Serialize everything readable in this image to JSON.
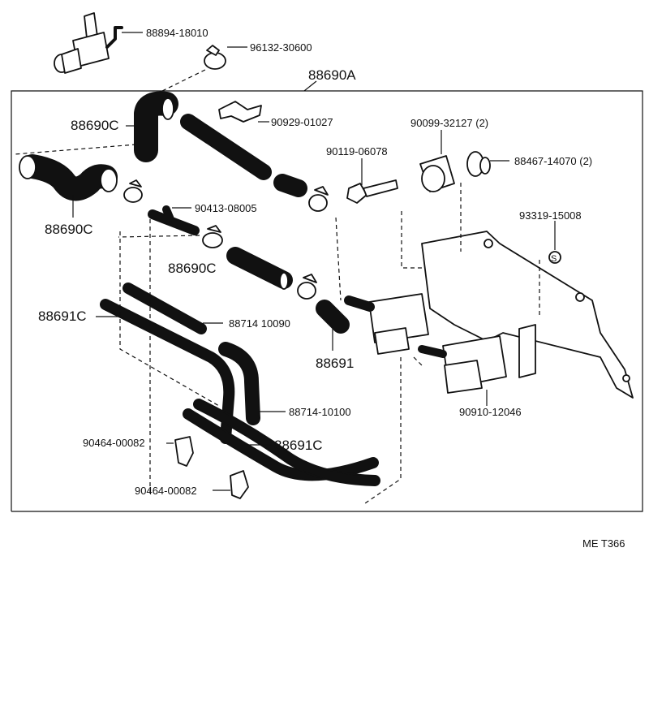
{
  "labels": {
    "assembly": "88690A",
    "hose_top_left": "88690C",
    "hose_left": "88690C",
    "hose_mid": "88690C",
    "pipe_left": "88691C",
    "pipe_bottom": "88691C",
    "vsv_hose": "88691",
    "p_88894": "88894-18010",
    "p_96132": "96132-30600",
    "p_90929": "90929-01027",
    "p_90099": "90099-32127 (2)",
    "p_90119": "90119-06078",
    "p_88467": "88467-14070 (2)",
    "p_90413": "90413-08005",
    "p_93319": "93319-15008",
    "p_88714a": "88714 10090",
    "p_88714b": "88714-10100",
    "p_90910": "90910-12046",
    "p_90464a": "90464-00082",
    "p_90464b": "90464-00082",
    "symbol_s": "S",
    "footer_code": "ME  T366"
  }
}
